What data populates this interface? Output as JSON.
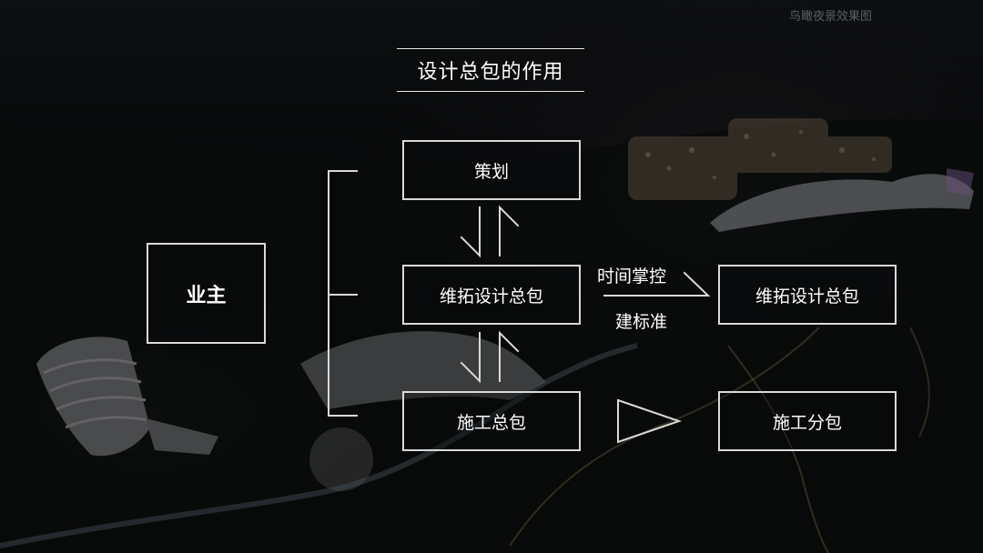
{
  "caption": "鸟瞰夜景效果图",
  "title": "设计总包的作用",
  "nodes": {
    "owner": "业主",
    "planning": "策划",
    "design_pm_left": "维拓设计总包",
    "general_contractor": "施工总包",
    "design_pm_right": "维拓设计总包",
    "subcontractor": "施工分包"
  },
  "edge_labels": {
    "time_control": "时间掌控",
    "standard_setting": "建标准"
  },
  "colors": {
    "background": "#0b0c0d",
    "line": "#d9d9d9",
    "text": "#ffffff",
    "caption": "#5c5f63"
  }
}
